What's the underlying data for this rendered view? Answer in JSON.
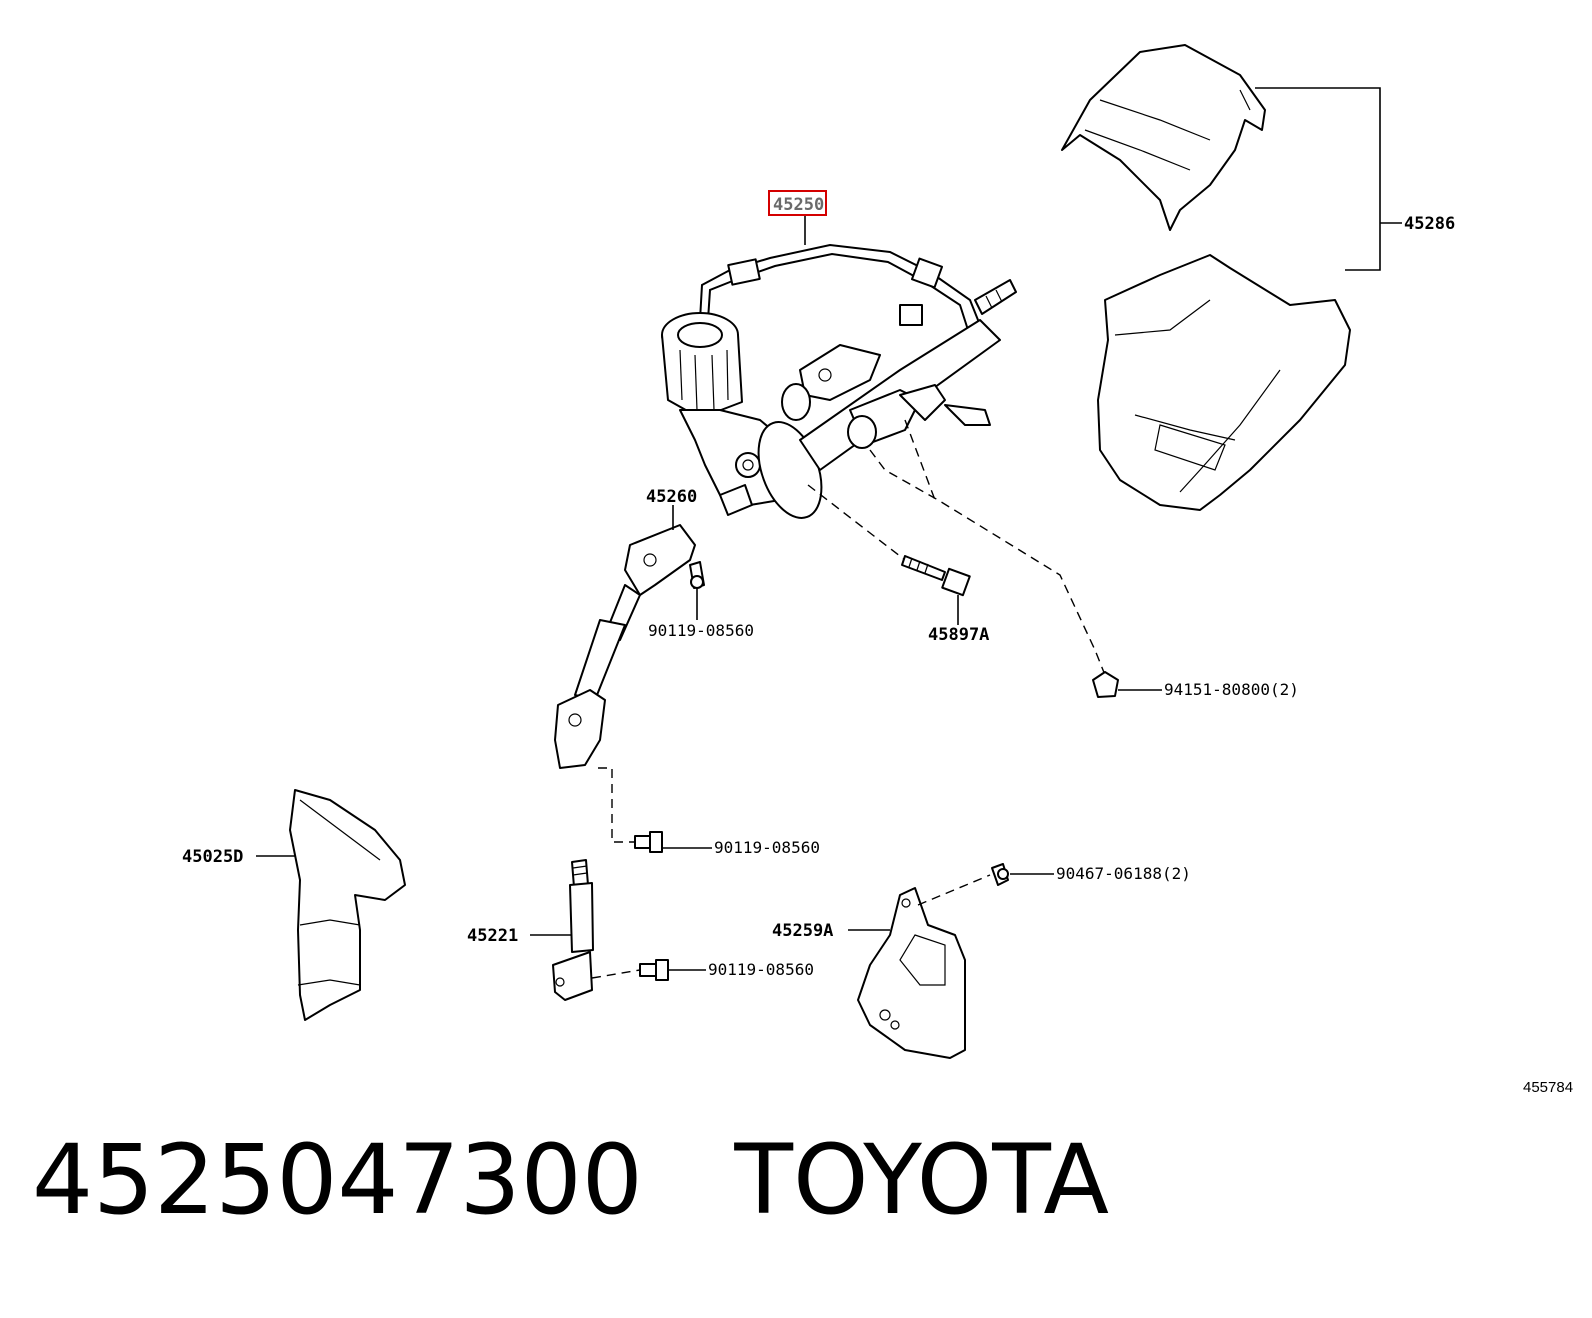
{
  "diagram": {
    "labels": {
      "highlighted": "45250",
      "cover": "45286",
      "shaft": "45260",
      "bolt_a": "90119-08560",
      "bolt_b": "45897A",
      "clip": "94151-80800(2)",
      "bolt_c": "90119-08560",
      "grip": "45025D",
      "screw": "90467-06188(2)",
      "shaft_lower": "45221",
      "bracket": "45259A",
      "bolt_d": "90119-08560"
    },
    "figure_number": "455784"
  },
  "caption": {
    "part_number": "4525047300",
    "brand": "TOYOTA"
  }
}
